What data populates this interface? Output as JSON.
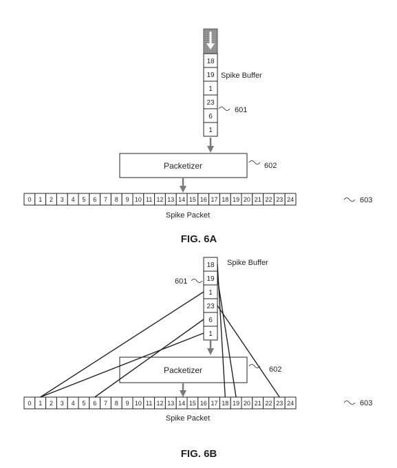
{
  "fig_a": {
    "buffer_values": [
      "18",
      "19",
      "1",
      "23",
      "6",
      "1"
    ],
    "buffer_label": "Spike Buffer",
    "buffer_ref": "601",
    "packetizer_label": "Packetizer",
    "packetizer_ref": "602",
    "packet_values": [
      "0",
      "1",
      "2",
      "3",
      "4",
      "5",
      "6",
      "7",
      "8",
      "9",
      "10",
      "11",
      "12",
      "13",
      "14",
      "15",
      "16",
      "17",
      "18",
      "19",
      "20",
      "21",
      "22",
      "23",
      "24"
    ],
    "packet_ref": "603",
    "packet_label": "Spike Packet",
    "caption": "FIG. 6A"
  },
  "fig_b": {
    "buffer_values": [
      "18",
      "19",
      "1",
      "23",
      "6",
      "1"
    ],
    "buffer_label": "Spike Buffer",
    "buffer_ref": "601",
    "packetizer_label": "Packetizer",
    "packetizer_ref": "602",
    "packet_values": [
      "0",
      "1",
      "2",
      "3",
      "4",
      "5",
      "6",
      "7",
      "8",
      "9",
      "10",
      "11",
      "12",
      "13",
      "14",
      "15",
      "16",
      "17",
      "18",
      "19",
      "20",
      "21",
      "22",
      "23",
      "24"
    ],
    "packet_ref": "603",
    "packet_label": "Spike Packet",
    "caption": "FIG. 6B",
    "mappings": [
      {
        "from_row": 0,
        "to_cell": 18
      },
      {
        "from_row": 1,
        "to_cell": 19
      },
      {
        "from_row": 2,
        "to_cell": 1
      },
      {
        "from_row": 3,
        "to_cell": 23
      },
      {
        "from_row": 4,
        "to_cell": 6
      },
      {
        "from_row": 5,
        "to_cell": 1
      }
    ]
  },
  "colors": {
    "line": "#222222",
    "arrow": "#7a7a7a",
    "header_fill": "#9a9a9a"
  }
}
